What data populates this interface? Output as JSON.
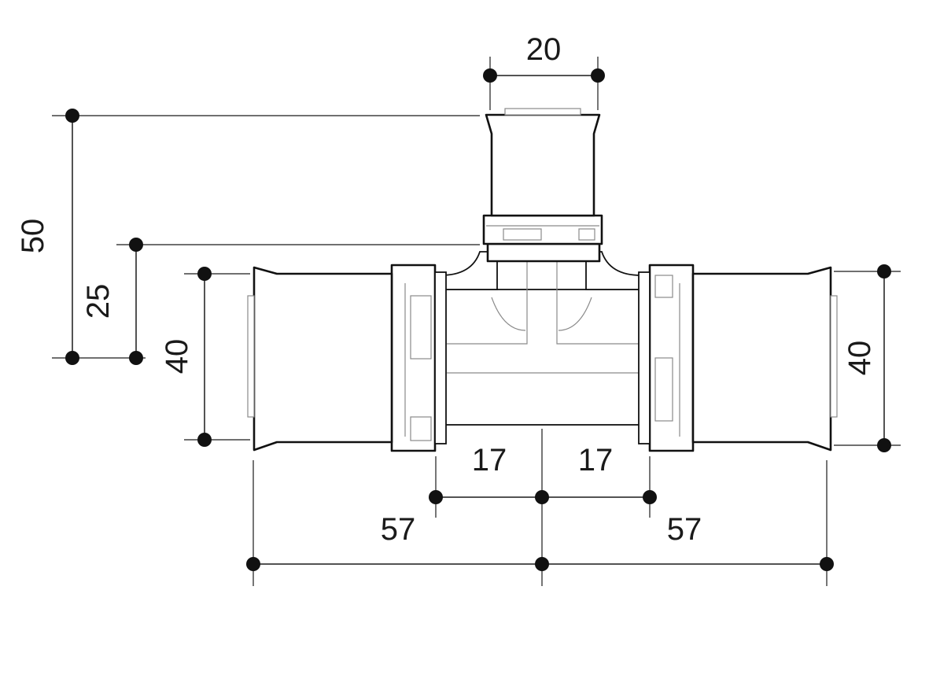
{
  "dimensions": {
    "branch_diameter": "20",
    "total_height": "50",
    "branch_center_height": "25",
    "left_diameter": "40",
    "right_diameter": "40",
    "left_body_half": "17",
    "right_body_half": "17",
    "left_half_length": "57",
    "right_half_length": "57"
  }
}
